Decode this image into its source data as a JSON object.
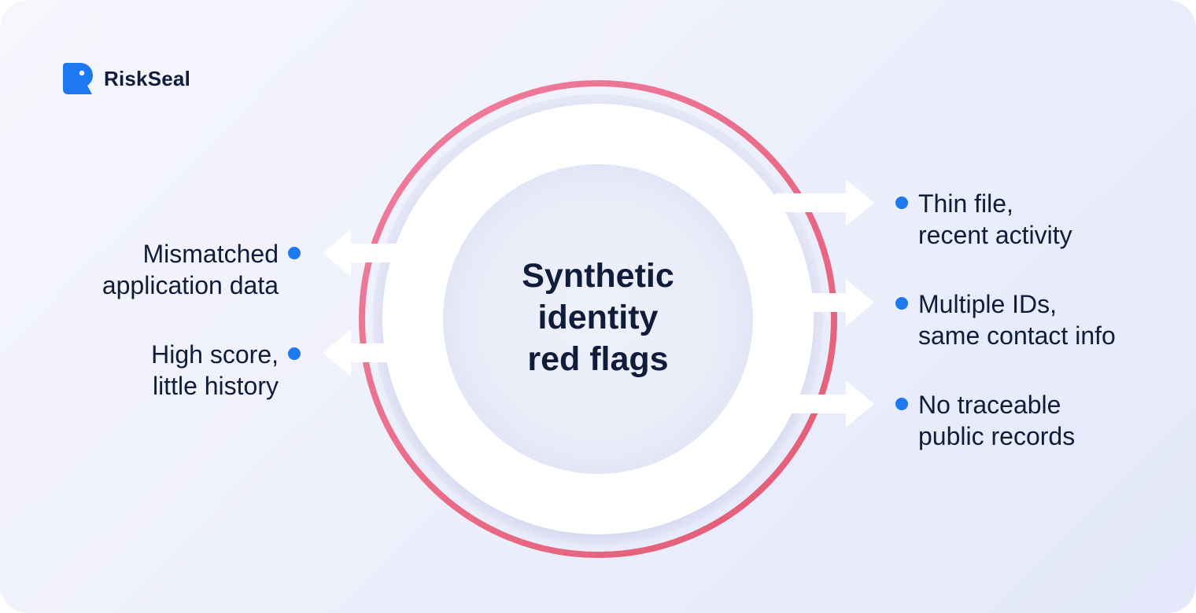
{
  "brand": {
    "name": "RiskSeal",
    "logo_icon": "seal-logo-icon",
    "accent": "#1e78f0"
  },
  "center": {
    "title_lines": [
      "Synthetic",
      "identity",
      "red flags"
    ]
  },
  "ring_color": "#e8607c",
  "bullet_color": "#1e78f0",
  "flags_left": [
    {
      "lines": [
        "Mismatched",
        "application data"
      ]
    },
    {
      "lines": [
        "High score,",
        "little history"
      ]
    }
  ],
  "flags_right": [
    {
      "lines": [
        "Thin file,",
        "recent activity"
      ]
    },
    {
      "lines": [
        "Multiple IDs,",
        "same contact info"
      ]
    },
    {
      "lines": [
        "No traceable",
        "public records"
      ]
    }
  ]
}
